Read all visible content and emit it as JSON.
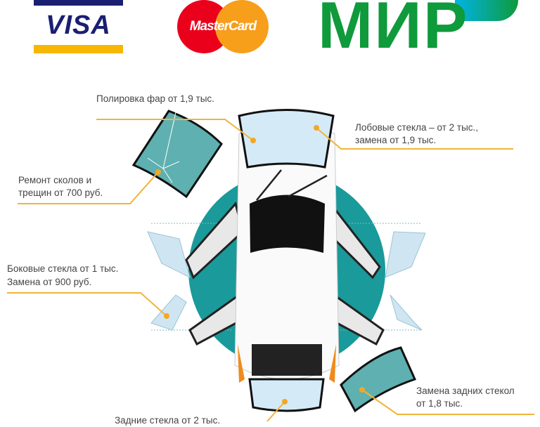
{
  "logos": {
    "visa": "VISA",
    "mastercard": "MasterCard",
    "mir": "МИР"
  },
  "callouts": {
    "headlights": "Полировка фар от 1,9 тыс.",
    "windshield_line1": "Лобовые стекла – от 2 тыс.,",
    "windshield_line2": "замена от 1,9  тыс.",
    "chips_line1": "Ремонт сколов и",
    "chips_line2": "трещин от 700 руб.",
    "side_line1": "Боковые стекла от 1 тыс.",
    "side_line2": "Замена от 900 руб.",
    "rear_replace_line1": "Замена задних стекол",
    "rear_replace_line2": "от 1,8  тыс.",
    "rear": "Задние стекла от 2 тыс."
  },
  "colors": {
    "visa_blue": "#1a1f71",
    "visa_gold": "#f7b600",
    "mc_red": "#eb001b",
    "mc_orange": "#f79e1b",
    "mir_green": "#0f9a3c",
    "leader": "#f0b43c",
    "teal": "#1a9a9a",
    "glass": "#cfe6f2"
  }
}
